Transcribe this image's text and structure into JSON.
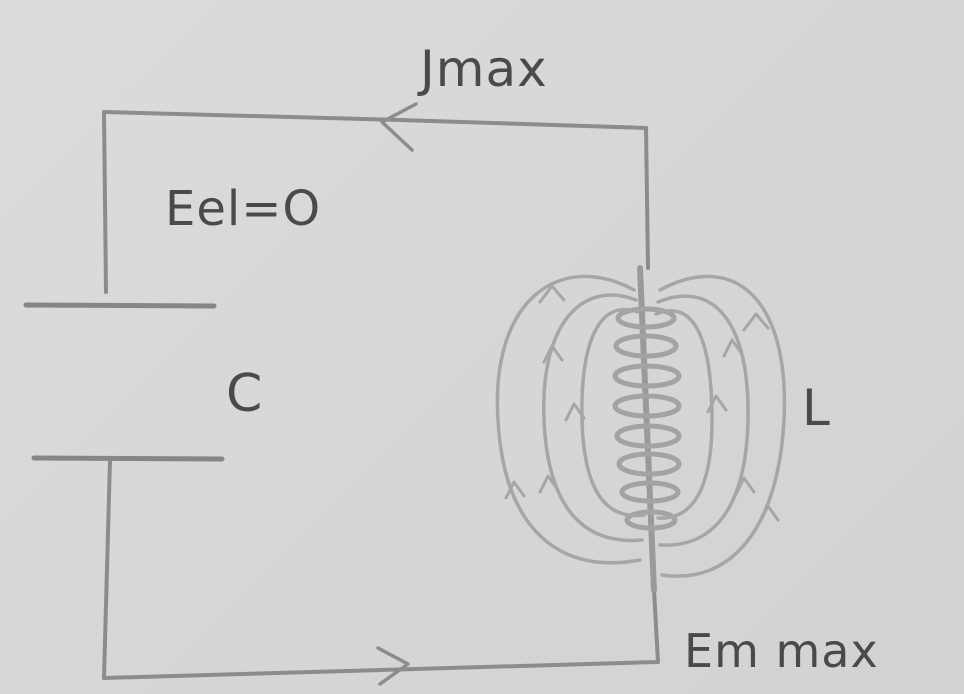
{
  "labels": {
    "current": "Jmax",
    "electric_energy": "Eel=O",
    "capacitor": "C",
    "inductor": "L",
    "magnetic_energy": "Em max"
  },
  "colors": {
    "paper": "#d9d9d7",
    "pencil_dark": "#4a4a48",
    "pencil_wire": "#8c8c8a",
    "pencil_light": "#a6a6a4"
  },
  "icons": {
    "current_direction_top": "arrow-left",
    "current_direction_bottom": "arrow-right"
  }
}
